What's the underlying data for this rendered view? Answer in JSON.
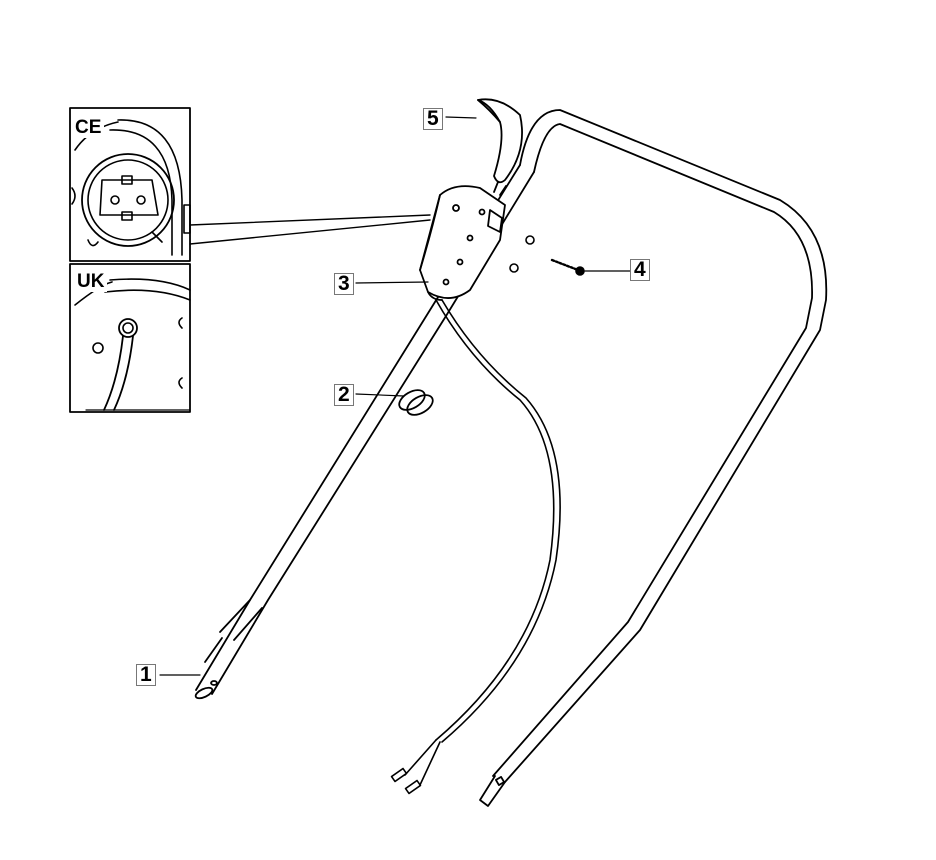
{
  "callouts": [
    {
      "id": "1",
      "label": "1"
    },
    {
      "id": "2",
      "label": "2"
    },
    {
      "id": "3",
      "label": "3"
    },
    {
      "id": "4",
      "label": "4"
    },
    {
      "id": "5",
      "label": "5"
    }
  ],
  "insets": {
    "ce_label": "CE",
    "uk_label": "UK"
  },
  "colors": {
    "line": "#000000",
    "background": "#ffffff"
  }
}
